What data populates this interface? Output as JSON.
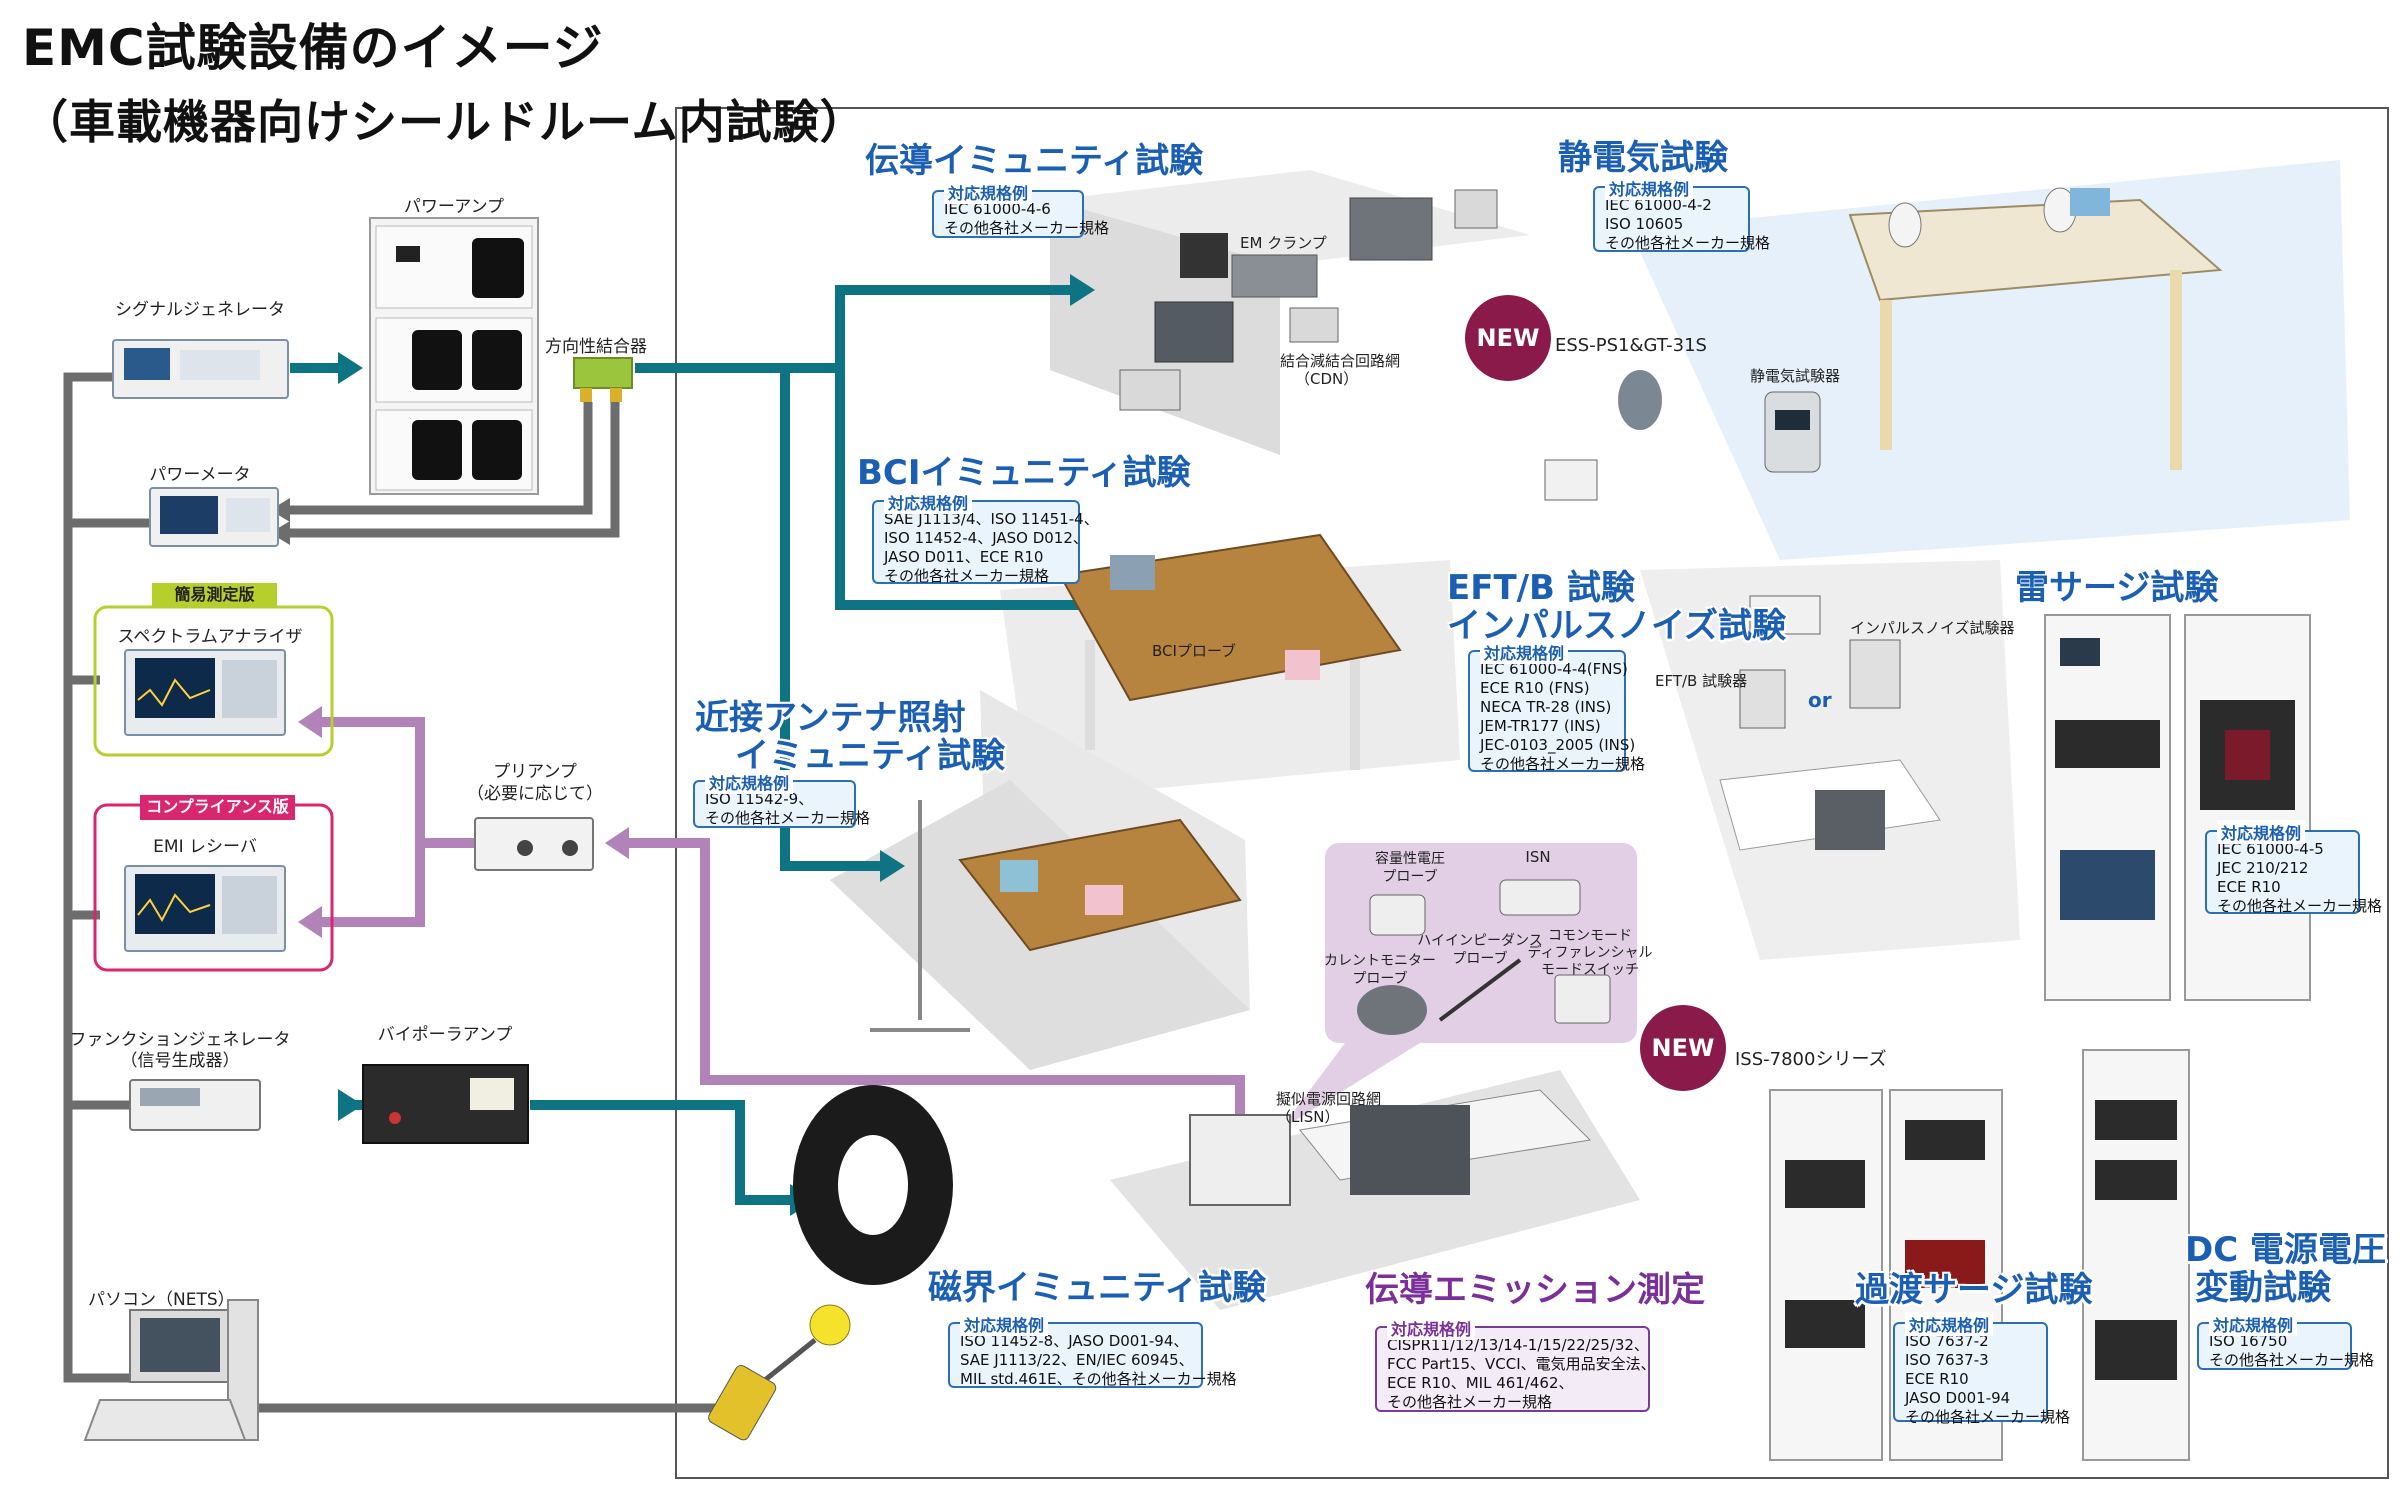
{
  "title": {
    "line1": "EMC試験設備のイメージ",
    "line2": "（車載機器向けシールドルーム内試験）"
  },
  "devices": {
    "power_amp": "パワーアンプ",
    "signal_generator": "シグナルジェネレータ",
    "directional_coupler": "方向性結合器",
    "power_meter": "パワーメータ",
    "simple_version": "簡易測定版",
    "spectrum_analyzer": "スペクトラムアナライザ",
    "preamp": "プリアンプ",
    "preamp_note": "（必要に応じて）",
    "compliance_version": "コンプライアンス版",
    "emi_receiver": "EMI レシーバ",
    "function_generator": "ファンクションジェネレータ",
    "function_generator_note": "（信号生成器）",
    "bipolar_amp": "バイポーラアンプ",
    "pc": "パソコン（NETS）"
  },
  "tests": {
    "conducted_immunity": {
      "title": "伝導イミュニティ試験",
      "heading": "対応規格例",
      "lines": [
        "IEC 61000-4-6",
        "その他各社メーカー規格"
      ]
    },
    "em_clamp": "EM クランプ",
    "cdn": "結合減結合回路網",
    "cdn_note": "（CDN）",
    "esd": {
      "title": "静電気試験",
      "heading": "対応規格例",
      "lines": [
        "IEC 61000-4-2",
        "ISO 10605",
        "その他各社メーカー規格"
      ]
    },
    "new_label": "NEW",
    "esd_model": "ESS-PS1&GT-31S",
    "esd_simulator": "静電気試験器",
    "bci": {
      "title": "BCIイミュニティ試験",
      "heading": "対応規格例",
      "lines": [
        "SAE J1113/4、ISO 11451-4、",
        "ISO 11452-4、JASO D012、",
        "JASO D011、ECE R10",
        "その他各社メーカー規格"
      ]
    },
    "bci_probe": "BCIプローブ",
    "eft": {
      "title1": "EFT/B 試験",
      "title2": "インパルスノイズ試験",
      "heading": "対応規格例",
      "lines": [
        "IEC 61000-4-4(FNS)",
        "ECE R10 (FNS)",
        "NECA TR-28 (INS)",
        "JEM-TR177 (INS)",
        "JEC-0103_2005 (INS)",
        "その他各社メーカー規格"
      ]
    },
    "impulse_tester": "インパルスノイズ試験器",
    "eft_tester": "EFT/B 試験器",
    "or_label": "or",
    "surge": {
      "title": "雷サージ試験",
      "heading": "対応規格例",
      "lines": [
        "IEC 61000-4-5",
        "JEC 210/212",
        "ECE R10",
        "その他各社メーカー規格"
      ]
    },
    "proximity": {
      "title1": "近接アンテナ照射",
      "title2": "イミュニティ試験",
      "heading": "対応規格例",
      "lines": [
        "ISO 11542-9、",
        "その他各社メーカー規格"
      ]
    },
    "probes": {
      "cap_probe1": "容量性電圧",
      "cap_probe2": "プローブ",
      "isn": "ISN",
      "current_probe1": "カレントモニター",
      "current_probe2": "プローブ",
      "hz_probe1": "ハイインピーダンス",
      "hz_probe2": "プローブ",
      "cm_switch1": "コモンモード",
      "cm_switch2": "ディファレンシャル",
      "cm_switch3": "モードスイッチ"
    },
    "iss_series": "ISS-7800シリーズ",
    "lisn": "擬似電源回路網",
    "lisn_note": "（LISN）",
    "magnetic": {
      "title": "磁界イミュニティ試験",
      "heading": "対応規格例",
      "lines": [
        "ISO 11452-8、JASO D001-94、",
        "SAE J1113/22、EN/IEC 60945、",
        "MIL std.461E、その他各社メーカー規格"
      ]
    },
    "emission": {
      "title": "伝導エミッション測定",
      "heading": "対応規格例",
      "lines": [
        "CISPR11/12/13/14-1/15/22/25/32、",
        "FCC Part15、VCCI、電気用品安全法、",
        "ECE R10、MIL 461/462、",
        "その他各社メーカー規格"
      ]
    },
    "transient": {
      "title": "過渡サージ試験",
      "heading": "対応規格例",
      "lines": [
        "ISO 7637-2",
        "ISO 7637-3",
        "ECE R10",
        "JASO D001-94",
        "その他各社メーカー規格"
      ]
    },
    "dc_var": {
      "title1": "DC 電源電圧",
      "title2": "変動試験",
      "heading": "対応規格例",
      "lines": [
        "ISO 16750",
        "その他各社メーカー規格"
      ]
    }
  },
  "colors": {
    "teal": "#0e7383",
    "purple": "#b283b8",
    "gray": "#6d6d6d",
    "title_blue": "#1a5fb4",
    "title_purple": "#7a2f9a",
    "new_badge": "#8a1a4a",
    "simple_frame": "#b7cf2c",
    "compliance_frame": "#d8266f"
  }
}
